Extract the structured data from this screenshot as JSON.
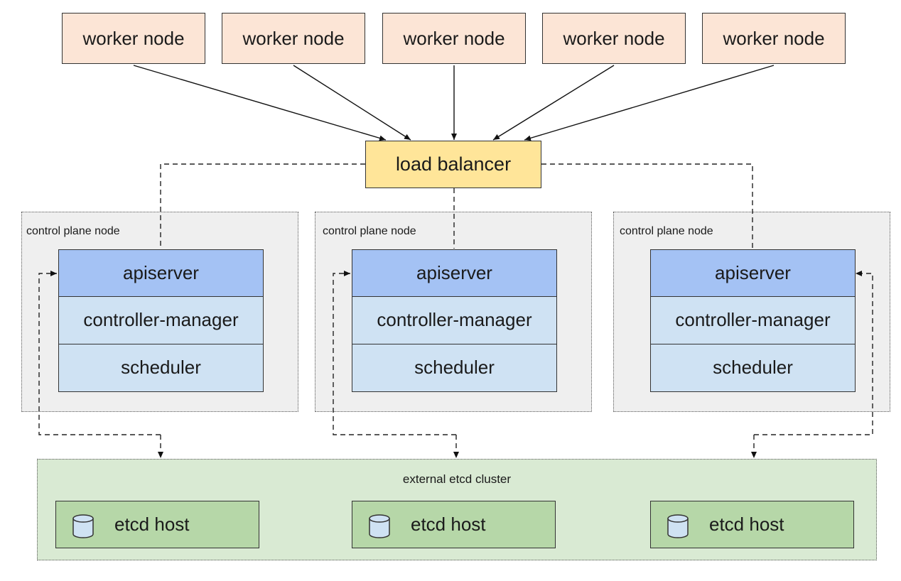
{
  "workers": [
    "worker node",
    "worker node",
    "worker node",
    "worker node",
    "worker node"
  ],
  "load_balancer": "load balancer",
  "control_planes": [
    {
      "label": "control plane node",
      "components": [
        "apiserver",
        "controller-manager",
        "scheduler"
      ]
    },
    {
      "label": "control plane node",
      "components": [
        "apiserver",
        "controller-manager",
        "scheduler"
      ]
    },
    {
      "label": "control plane node",
      "components": [
        "apiserver",
        "controller-manager",
        "scheduler"
      ]
    }
  ],
  "etcd": {
    "label": "external etcd cluster",
    "hosts": [
      "etcd host",
      "etcd host",
      "etcd host"
    ]
  },
  "colors": {
    "worker": "#fce5d6",
    "load_balancer": "#ffe599",
    "control_plane": "#efefef",
    "apiserver": "#a4c2f4",
    "component": "#cfe2f3",
    "etcd_cluster": "#d9ead3",
    "etcd_host": "#b6d7a8"
  },
  "icons": {
    "etcd_host": "database-cylinder-icon"
  }
}
